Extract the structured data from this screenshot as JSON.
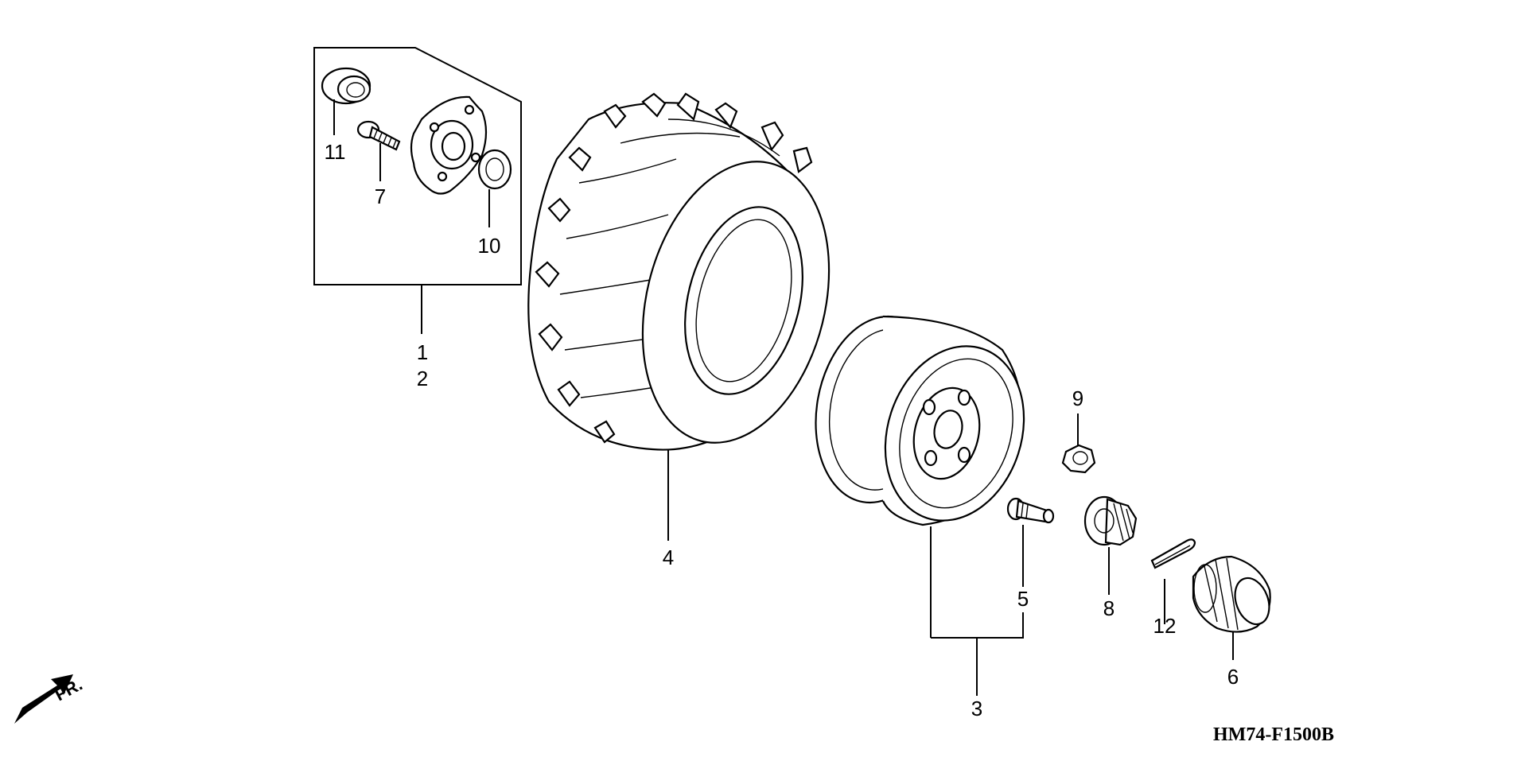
{
  "diagram": {
    "code": "HM74-F1500B",
    "direction": "FR.",
    "labels": {
      "l1": "1",
      "l2": "2",
      "l3": "3",
      "l4": "4",
      "l5": "5",
      "l6": "6",
      "l7": "7",
      "l8": "8",
      "l9": "9",
      "l10": "10",
      "l11": "11",
      "l12": "12"
    }
  }
}
